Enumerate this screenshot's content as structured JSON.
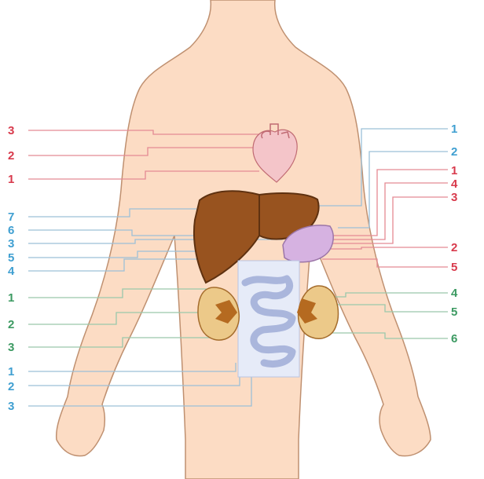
{
  "colors": {
    "red": "#d83a4c",
    "blue": "#3f9fd1",
    "green": "#3c9a62",
    "skin": "#fcdcc4",
    "skin_outline": "#bf9070",
    "liver": "#98531f",
    "heart": "#f4c5c9",
    "spleen": "#d6b2e1",
    "kidney": "#ecc989",
    "kidney_inner": "#b56a20",
    "intestine": "#d4dcf3",
    "line_red": "#e48a93",
    "line_blue": "#9cc0d8",
    "line_green": "#9ac8ab"
  },
  "labels": {
    "left": [
      {
        "text": "3",
        "color": "red"
      },
      {
        "text": "2",
        "color": "red"
      },
      {
        "text": "1",
        "color": "red"
      },
      {
        "text": "7",
        "color": "blue"
      },
      {
        "text": "6",
        "color": "blue"
      },
      {
        "text": "3",
        "color": "blue"
      },
      {
        "text": "5",
        "color": "blue"
      },
      {
        "text": "4",
        "color": "blue"
      },
      {
        "text": "1",
        "color": "green"
      },
      {
        "text": "2",
        "color": "green"
      },
      {
        "text": "3",
        "color": "green"
      },
      {
        "text": "1",
        "color": "blue"
      },
      {
        "text": "2",
        "color": "blue"
      },
      {
        "text": "3",
        "color": "blue"
      }
    ],
    "right": [
      {
        "text": "1",
        "color": "blue"
      },
      {
        "text": "2",
        "color": "blue"
      },
      {
        "text": "1",
        "color": "red"
      },
      {
        "text": "4",
        "color": "red"
      },
      {
        "text": "3",
        "color": "red"
      },
      {
        "text": "2",
        "color": "red"
      },
      {
        "text": "5",
        "color": "red"
      },
      {
        "text": "4",
        "color": "green"
      },
      {
        "text": "5",
        "color": "green"
      },
      {
        "text": "6",
        "color": "green"
      }
    ]
  }
}
